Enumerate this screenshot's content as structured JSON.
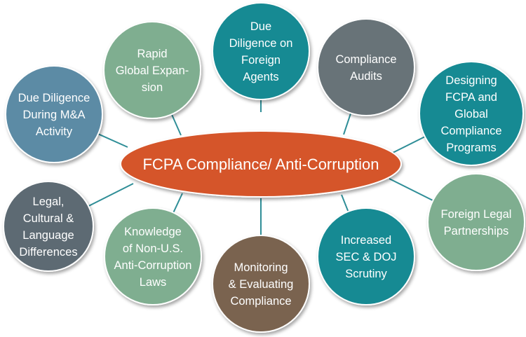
{
  "center": {
    "label": "FCPA Compliance/ Anti-Corruption",
    "color": "#d5552a"
  },
  "nodes": [
    {
      "id": "due-diligence-foreign-agents",
      "lines": [
        "Due",
        "Diligence on",
        "Foreign",
        "Agents"
      ],
      "color": "#138a93"
    },
    {
      "id": "rapid-global-expansion",
      "lines": [
        "Rapid",
        "Global Expan-",
        "sion"
      ],
      "color": "#7fae90"
    },
    {
      "id": "compliance-audits",
      "lines": [
        "Compliance",
        "Audits"
      ],
      "color": "#687378"
    },
    {
      "id": "due-diligence-ma",
      "lines": [
        "Due Diligence",
        "During M&A",
        "Activity"
      ],
      "color": "#5c8ba5"
    },
    {
      "id": "designing-fcpa-programs",
      "lines": [
        "Designing",
        "FCPA and",
        "Global",
        "Compliance",
        "Programs"
      ],
      "color": "#138a93"
    },
    {
      "id": "legal-cultural-language",
      "lines": [
        "Legal,",
        "Cultural &",
        "Language",
        "Differences"
      ],
      "color": "#5d6b73"
    },
    {
      "id": "foreign-legal-partnerships",
      "lines": [
        "Foreign Legal",
        "Partnerships"
      ],
      "color": "#7fae90"
    },
    {
      "id": "knowledge-non-us-laws",
      "lines": [
        "Knowledge",
        "of Non-U.S.",
        "Anti-Corruption",
        "Laws"
      ],
      "color": "#7fae90"
    },
    {
      "id": "increased-sec-doj",
      "lines": [
        "Increased",
        "SEC & DOJ",
        "Scrutiny"
      ],
      "color": "#138a93"
    },
    {
      "id": "monitoring-evaluating",
      "lines": [
        "Monitoring",
        "& Evaluating",
        "Compliance"
      ],
      "color": "#7a6450"
    }
  ],
  "colors": {
    "connector": "#2f8e97",
    "node_border": "#ffffff"
  }
}
